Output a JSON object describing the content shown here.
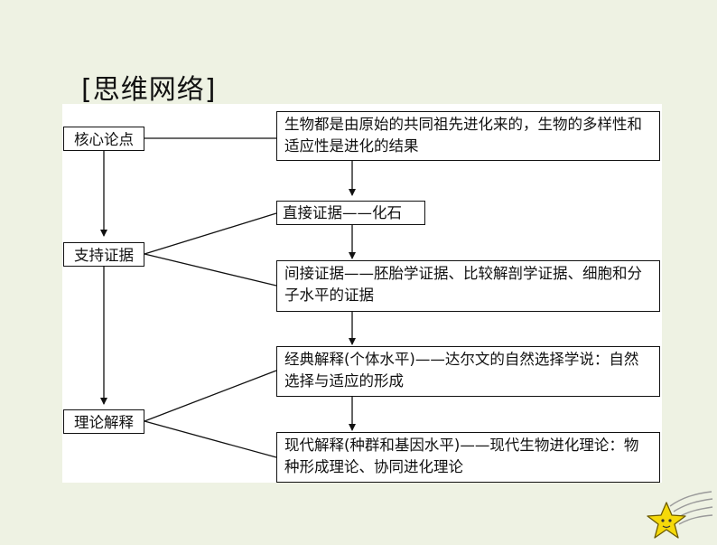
{
  "title": "[思维网络]",
  "left_labels": {
    "core": "核心论点",
    "evidence": "支持证据",
    "theory": "理论解释"
  },
  "right_boxes": {
    "core_text": "生物都是由原始的共同祖先进化来的，生物的多样性和适应性是进化的结果",
    "direct": "直接证据——化石",
    "indirect": "间接证据——胚胎学证据、比较解剖学证据、细胞和分子水平的证据",
    "classical": "经典解释(个体水平)——达尔文的自然选择学说：自然选择与适应的形成",
    "modern": "现代解释(种群和基因水平)——现代生物进化理论：物种形成理论、协同进化理论"
  },
  "colors": {
    "background": "#eef2e3",
    "panel": "#ffffff",
    "line": "#111111",
    "star": "#f5d90a"
  },
  "decoration_icon": "shooting-star-icon"
}
